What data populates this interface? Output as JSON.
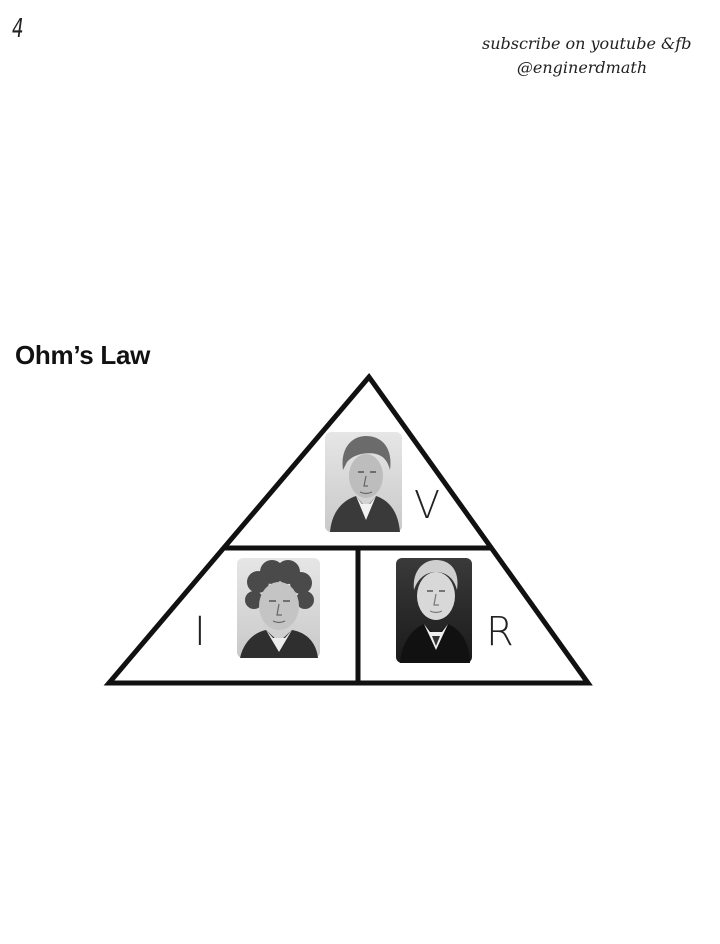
{
  "page": {
    "number": "4",
    "promo_line1": "subscribe on youtube &fb",
    "promo_line2": "@enginerdmath"
  },
  "title": "Ohm’s Law",
  "triangle": {
    "top": {
      "letter": "V",
      "portrait": "portrait-volta"
    },
    "bottom_left": {
      "letter": "I",
      "portrait": "portrait-ampere"
    },
    "bottom_right": {
      "letter": "R",
      "portrait": "portrait-ohm"
    }
  },
  "colors": {
    "line": "#111111",
    "background": "#ffffff",
    "photo_light": "#d9d9d9",
    "photo_dark": "#2a2a2a"
  }
}
